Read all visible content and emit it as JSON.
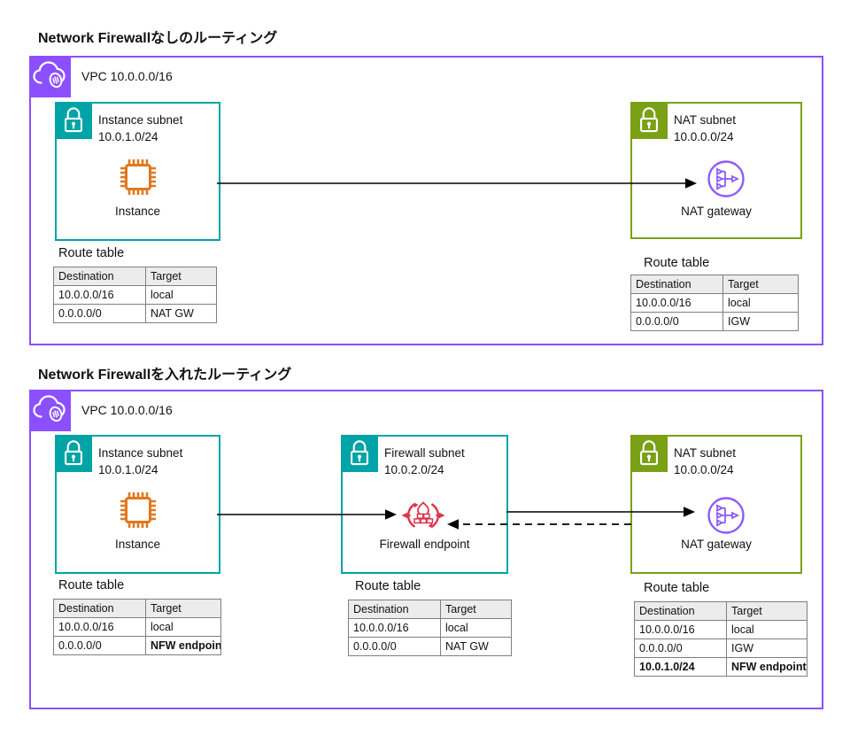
{
  "colors": {
    "vpc_border": "#8C4FFF",
    "private_subnet_teal": "#00A4A6",
    "public_subnet_green": "#7AA116",
    "instance_orange": "#E0781F",
    "nat_gateway_purple": "#8C5BFF",
    "firewall_red": "#DD344C",
    "arrow_black": "#000000"
  },
  "diagram1": {
    "title": "Network Firewallなしのルーティング",
    "vpc_label": "VPC 10.0.0.0/16",
    "instance_subnet": {
      "name": "Instance subnet",
      "cidr": "10.0.1.0/24",
      "resource_label": "Instance"
    },
    "nat_subnet": {
      "name": "NAT subnet",
      "cidr": "10.0.0.0/24",
      "resource_label": "NAT gateway"
    },
    "instance_route_table": {
      "title": "Route table",
      "headers": [
        "Destination",
        "Target"
      ],
      "rows": [
        [
          "10.0.0.0/16",
          "local"
        ],
        [
          "0.0.0.0/0",
          "NAT GW"
        ]
      ]
    },
    "nat_route_table": {
      "title": "Route table",
      "headers": [
        "Destination",
        "Target"
      ],
      "rows": [
        [
          "10.0.0.0/16",
          "local"
        ],
        [
          "0.0.0.0/0",
          "IGW"
        ]
      ]
    }
  },
  "diagram2": {
    "title": "Network Firewallを入れたルーティング",
    "vpc_label": "VPC 10.0.0.0/16",
    "instance_subnet": {
      "name": "Instance subnet",
      "cidr": "10.0.1.0/24",
      "resource_label": "Instance"
    },
    "firewall_subnet": {
      "name": "Firewall subnet",
      "cidr": "10.0.2.0/24",
      "resource_label": "Firewall endpoint"
    },
    "nat_subnet": {
      "name": "NAT subnet",
      "cidr": "10.0.0.0/24",
      "resource_label": "NAT gateway"
    },
    "instance_route_table": {
      "title": "Route table",
      "headers": [
        "Destination",
        "Target"
      ],
      "rows": [
        [
          "10.0.0.0/16",
          "local"
        ],
        [
          "0.0.0.0/0",
          "NFW endpoint"
        ]
      ]
    },
    "firewall_route_table": {
      "title": "Route table",
      "headers": [
        "Destination",
        "Target"
      ],
      "rows": [
        [
          "10.0.0.0/16",
          "local"
        ],
        [
          "0.0.0.0/0",
          "NAT GW"
        ]
      ]
    },
    "nat_route_table": {
      "title": "Route table",
      "headers": [
        "Destination",
        "Target"
      ],
      "rows": [
        [
          "10.0.0.0/16",
          "local"
        ],
        [
          "0.0.0.0/0",
          "IGW"
        ],
        [
          "10.0.1.0/24",
          "NFW endpoint"
        ]
      ]
    }
  }
}
